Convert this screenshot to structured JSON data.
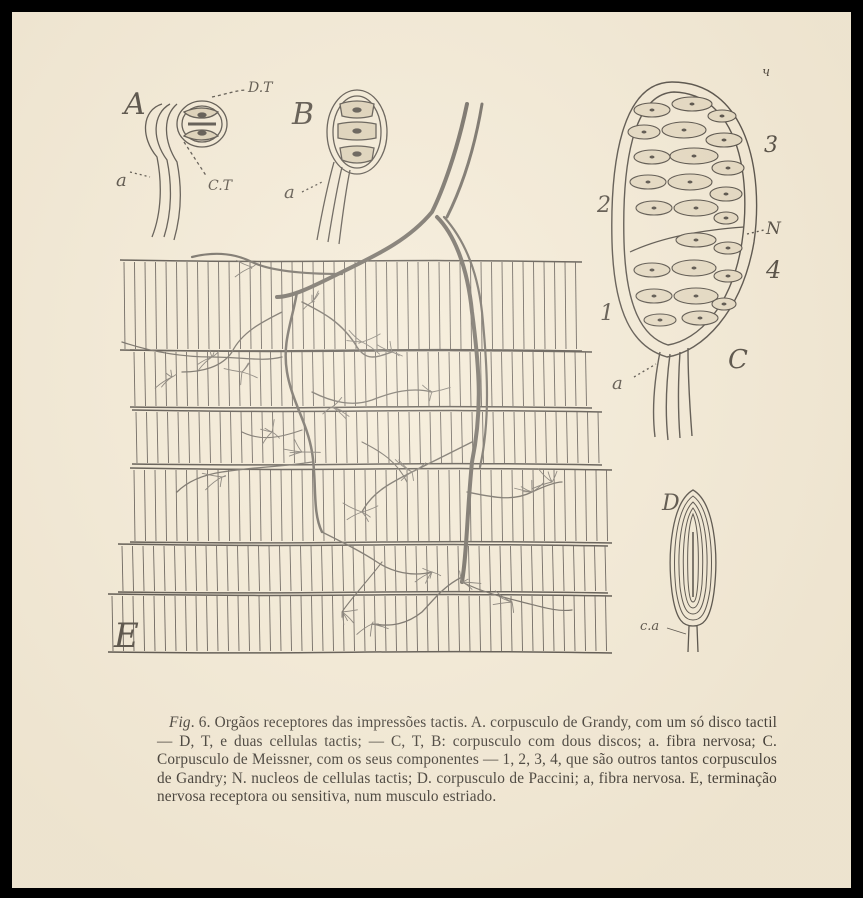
{
  "figure": {
    "labels": {
      "panel_a": "A",
      "panel_b": "B",
      "panel_c": "C",
      "panel_d": "D",
      "panel_e": "E",
      "dt": "D.T",
      "ct": "C.T",
      "fiber_a1": "a",
      "fiber_a2": "a",
      "fiber_a3": "a",
      "fiber_ca": "c.a",
      "nucleus_n": "N",
      "num_1": "1",
      "num_2": "2",
      "num_3": "3",
      "num_4": "4"
    }
  },
  "caption": {
    "fig_label": "Fig",
    "text": ". 6. Orgãos receptores das impressões tactis. A. corpusculo de Grandy, com um só disco tactil — D, T, e duas cellulas tactis; — C, T, B: corpusculo com dous discos; a. fibra nervosa; C. Corpusculo de Meissner, com os seus componentes — 1, 2, 3, 4, que são outros tantos corpusculos de Gandry; N. nucleos de cellulas tactis; D. corpusculo de Paccini; a, fibra nervosa. E, terminação nervosa receptora ou sensitiva, num musculo estriado."
  }
}
